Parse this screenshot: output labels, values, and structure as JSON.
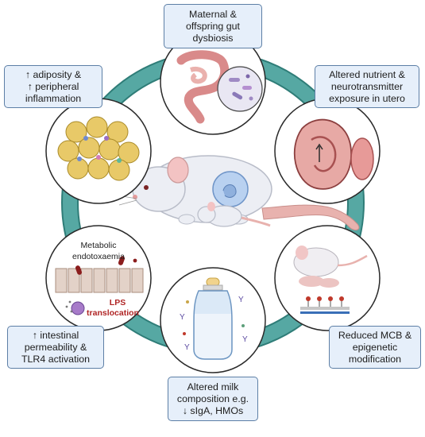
{
  "labels": {
    "top": "Maternal &\noffspring gut\ndysbiosis",
    "top_right": "Altered nutrient &\nneurotransmitter\nexposure in utero",
    "bottom_right": "Reduced MCB &\nepigenetic\nmodification",
    "bottom": "Altered milk\ncomposition e.g.\n↓ sIgA, HMOs",
    "bottom_left": "↑ intestinal\npermeability &\nTLR4 activation",
    "top_left": "↑ adiposity &\n↑ peripheral\ninflammation"
  },
  "panel_text": {
    "metabolic": "Metabolic",
    "endotoxaemia": "endotoxaemia",
    "lps": "LPS",
    "translocation": "translocation"
  },
  "colors": {
    "ring": "#56a8a3",
    "ring_edge": "#2f7d78",
    "box_fill": "#e6effa",
    "box_border": "#5d7fa6",
    "lps_text": "#b02525"
  }
}
